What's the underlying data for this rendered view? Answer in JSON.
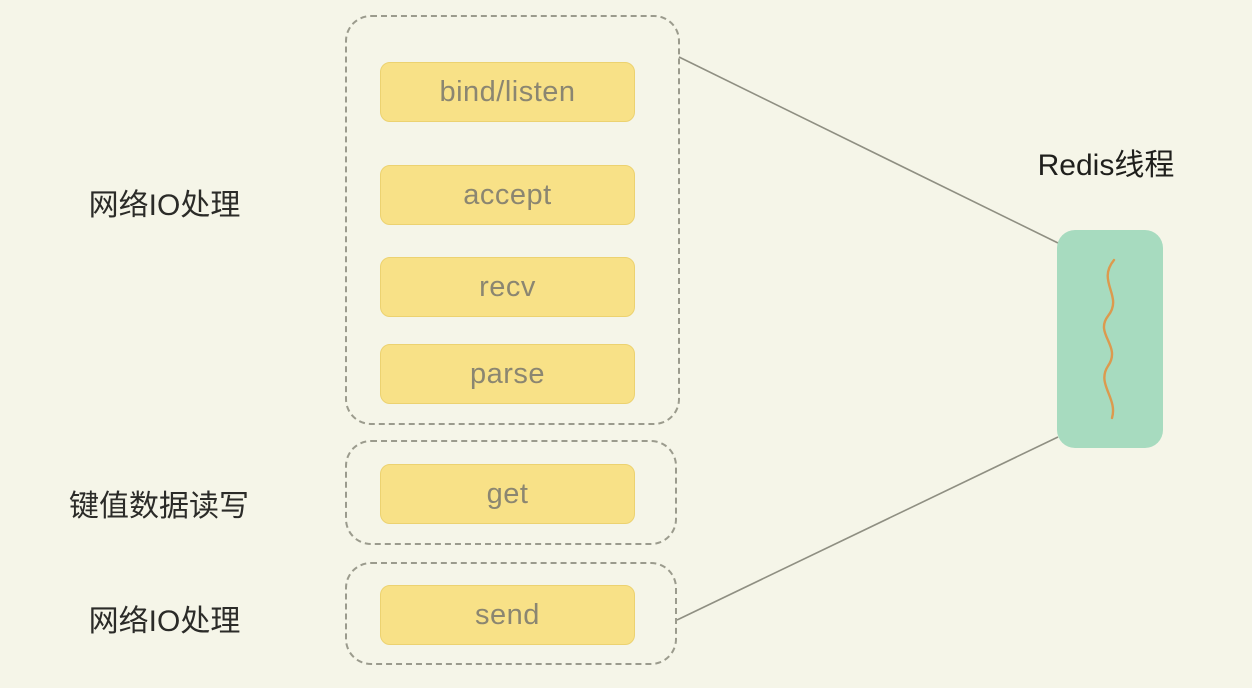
{
  "diagram_title": "Redis thread model",
  "labels": {
    "network_io_top": "网络IO处理",
    "kv_read_write": "键值数据读写",
    "network_io_bottom": "网络IO处理",
    "redis_thread": "Redis线程"
  },
  "groups": [
    {
      "name": "network-io-top",
      "items": [
        "bind/listen",
        "accept",
        "recv",
        "parse"
      ]
    },
    {
      "name": "kv-read-write",
      "items": [
        "get"
      ]
    },
    {
      "name": "network-io-bottom",
      "items": [
        "send"
      ]
    }
  ],
  "colors": {
    "background": "#f5f5e8",
    "chip_fill": "#f8e187",
    "chip_border": "#ecd270",
    "chip_text": "#8b8671",
    "dashed_border": "#9b9b8d",
    "thread_box_fill": "#a7dbbf",
    "squiggle_stroke": "#dc9a4e",
    "connector_line": "#8f8f82",
    "label_text": "#2b2b28"
  }
}
